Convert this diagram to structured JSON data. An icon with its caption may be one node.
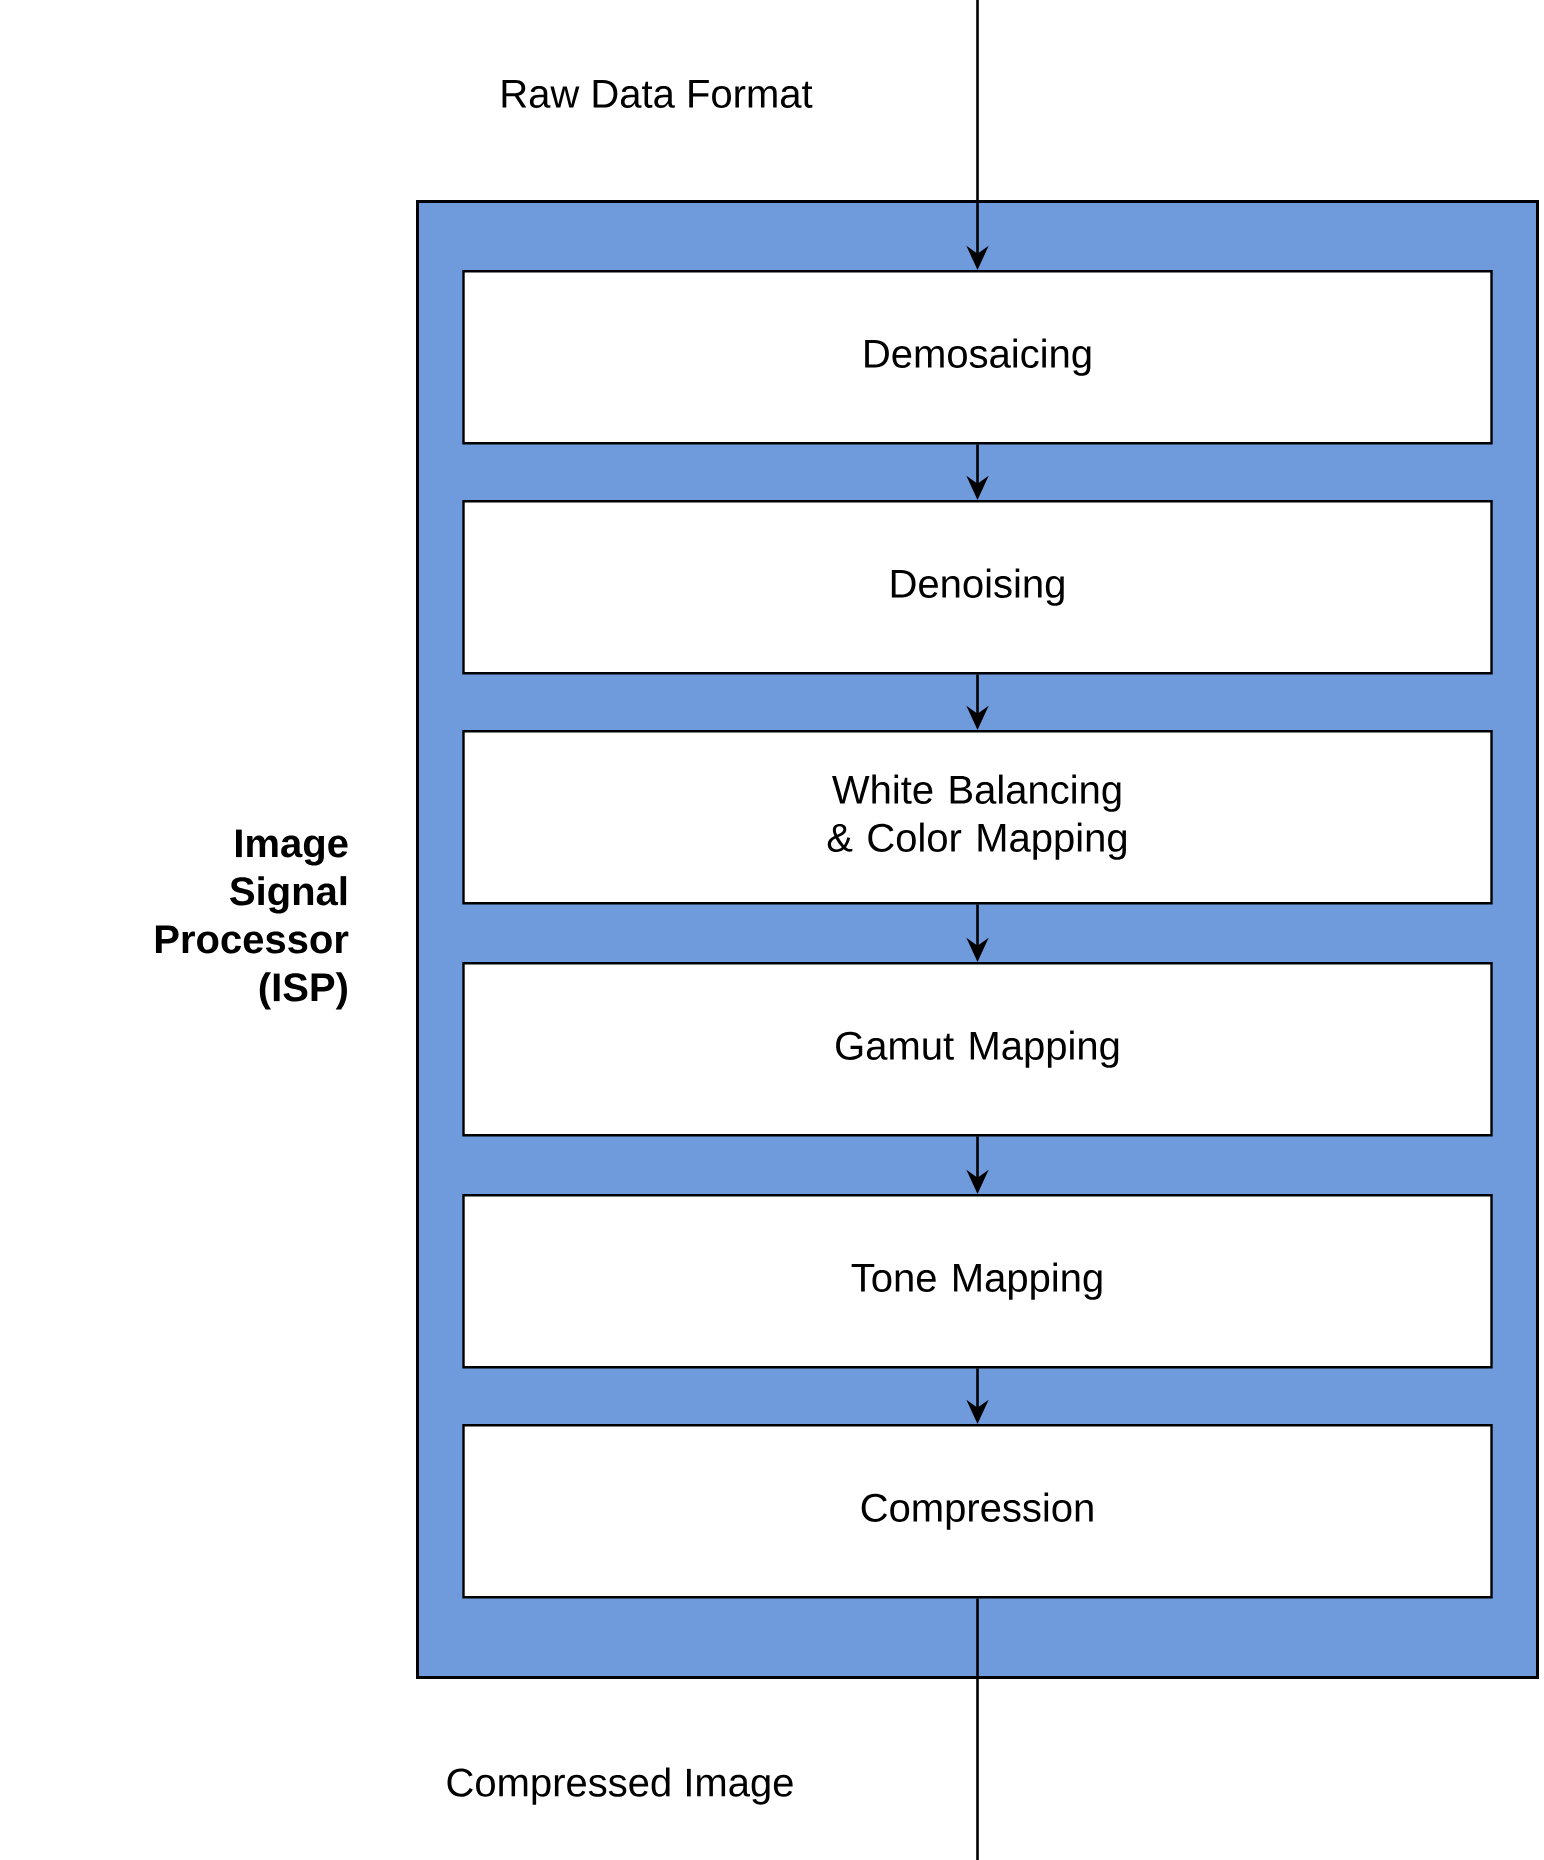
{
  "diagram": {
    "nodes": [
      {
        "text": [
          "Image Signal Processor (ISP)"
        ]
      },
      {
        "text": [
          "Demosaicing"
        ],
        "in": 0
      },
      {
        "text": [
          "Denoising"
        ],
        "in": 0
      },
      {
        "text": [
          "White Balancing & Color Mapping"
        ],
        "in": 0
      },
      {
        "text": [
          "Gamut Mapping"
        ],
        "in": 0
      },
      {
        "text": [
          "Tone Mapping"
        ],
        "in": 0
      },
      {
        "text": [
          "Compression"
        ],
        "in": 0
      }
    ],
    "edges": [
      {
        "from": null,
        "to": 1,
        "arrow": "to",
        "label": "Raw Data Format"
      },
      {
        "from": 1,
        "to": 2,
        "arrow": "to"
      },
      {
        "from": 2,
        "to": 3,
        "arrow": "to"
      },
      {
        "from": 3,
        "to": 4,
        "arrow": "to"
      },
      {
        "from": 4,
        "to": 5,
        "arrow": "to"
      },
      {
        "from": 5,
        "to": 6,
        "arrow": "to"
      },
      {
        "from": 6,
        "to": null,
        "arrow": "none",
        "label": "Compressed Image"
      }
    ]
  }
}
